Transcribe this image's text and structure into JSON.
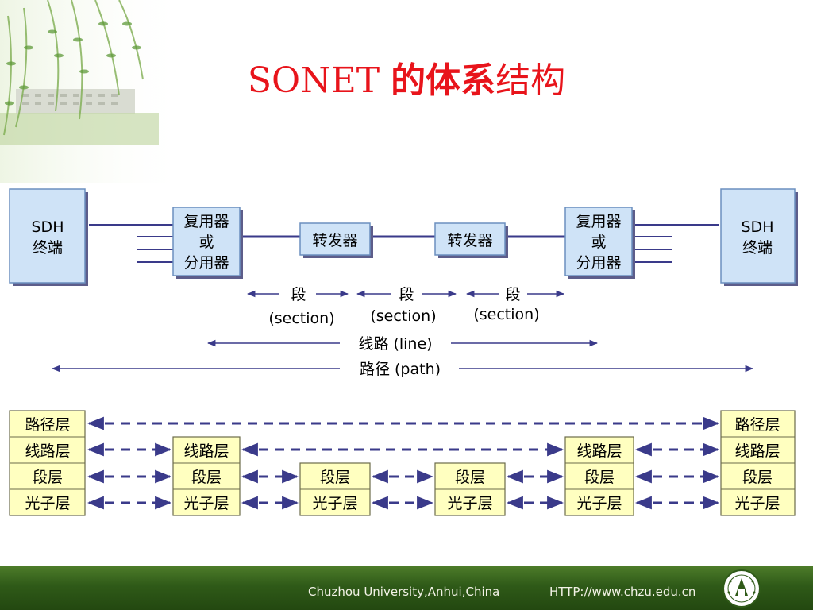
{
  "title": {
    "latin": "SONET ",
    "bold": "的体系",
    "rest": "结构"
  },
  "nodes": {
    "sdh_left": [
      "SDH",
      "终端"
    ],
    "mux_left": [
      "复用器",
      "或",
      "分用器"
    ],
    "repeater_1": "转发器",
    "repeater_2": "转发器",
    "mux_right": [
      "复用器",
      "或",
      "分用器"
    ],
    "sdh_right": [
      "SDH",
      "终端"
    ]
  },
  "spans": {
    "section_1": [
      "段",
      "(section)"
    ],
    "section_2": [
      "段",
      "(section)"
    ],
    "section_3": [
      "段",
      "(section)"
    ],
    "line": "线路 (line)",
    "path": "路径 (path)"
  },
  "layers": {
    "path_layer": "路径层",
    "line_layer": "线路层",
    "section_layer": "段层",
    "photonic_layer": "光子层"
  },
  "colors": {
    "node_fill": "#cfe3f7",
    "layer_fill": "#ffffc0",
    "line_color": "#3a3a8a",
    "title_color": "#e8141b"
  },
  "footer": {
    "university": "Chuzhou University,Anhui,China",
    "website": "HTTP://www.chzu.edu.cn"
  }
}
